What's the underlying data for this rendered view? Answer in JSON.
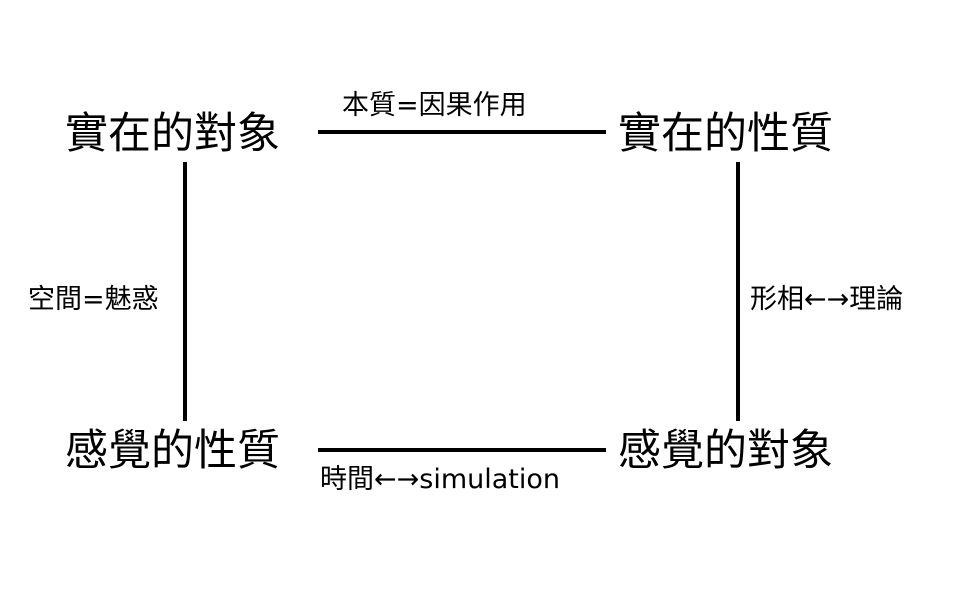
{
  "nodes": {
    "top_left": "實在的對象",
    "top_right": "實在的性質",
    "bottom_left": "感覺的性質",
    "bottom_right": "感覺的對象"
  },
  "edges": {
    "top": "本質=因果作用",
    "left": "空間=魅惑",
    "right": "形相←→理論",
    "bottom": "時間←→simulation"
  }
}
